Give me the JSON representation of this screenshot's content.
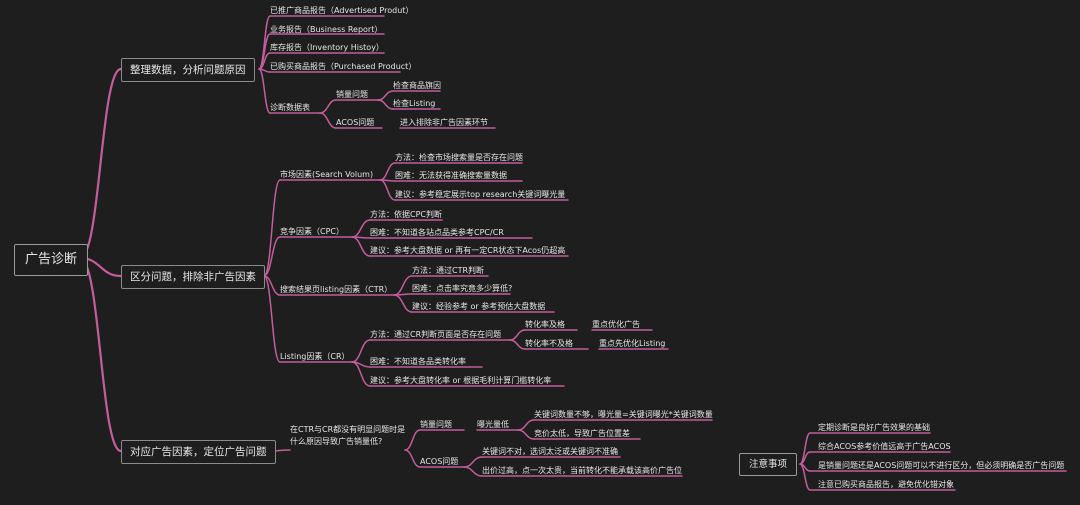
{
  "diagram": {
    "root": "广告诊断",
    "branch_organize": {
      "label": "整理数据，分析问题原因",
      "reports": [
        "已推广商品报告（Advertised Produt）",
        "业务报告（Business Report）",
        "库存报告（Inventory Histoy）",
        "已购买商品报告（Purchased Product）"
      ],
      "diagnosis": {
        "label": "诊断数据表",
        "sales": {
          "label": "销量问题",
          "children": [
            "检查商品旗因",
            "检查Listing"
          ]
        },
        "acos": {
          "label": "ACOS问题",
          "child": "进入排除非广告因素环节"
        }
      }
    },
    "branch_distinguish": {
      "label": "区分问题，排除非广告因素",
      "market": {
        "label": "市场因素(Search Volum)",
        "children": [
          "方法：检查市场搜索量是否存在问题",
          "困难：无法获得准确搜索量数据",
          "建议：参考稳定展示top research关键词曝光量"
        ]
      },
      "competition": {
        "label": "竞争因素（CPC）",
        "children": [
          "方法：依据CPC判断",
          "困难：不知道各站点品类参考CPC/CR",
          "建议：参考大盘数据 or 再有一定CR状态下Acos仍超高"
        ]
      },
      "listing_factor": {
        "label": "搜索结果页listing因素（CTR）",
        "children": [
          "方法：通过CTR判断",
          "困难：点击率究竟多少算低?",
          "建议：经验参考 or 参考预估大盘数据"
        ]
      },
      "cr_factor": {
        "label": "Listing因素（CR）",
        "method": {
          "label": "方法：通过CR判断页面是否存在问题",
          "pass": {
            "label": "转化率及格",
            "child": "重点优化广告"
          },
          "fail": {
            "label": "转化率不及格",
            "child": "重点先优化Listing"
          }
        },
        "children": [
          "困难：不知道各品类转化率",
          "建议：参考大盘转化率 or 根据毛利计算门槛转化率"
        ]
      }
    },
    "branch_locate": {
      "label": "对应广告因素，定位广告问题",
      "question": "在CTR与CR都没有明显问题时是什么原因导致广告销量低?",
      "sales": {
        "label": "销量问题",
        "exposure": {
          "label": "曝光量低",
          "children": [
            "关键词数量不够，曝光量=关键词曝光*关键词数量",
            "竞价太低，导致广告位置差"
          ]
        }
      },
      "acos": {
        "label": "ACOS问题",
        "children": [
          "关键词不对，选词太泛或关键词不准确",
          "出价过高，点一次太贵，当前转化不能承载该高价广告位"
        ]
      }
    },
    "notes": {
      "label": "注意事项",
      "items": [
        "定期诊断是良好广告效果的基础",
        "综合ACOS参考价值远高于广告ACOS",
        "是销量问题还是ACOS问题可以不进行区分，但必须明确是否广告问题",
        "注意已购买商品报告，避免优化错对象"
      ]
    }
  }
}
